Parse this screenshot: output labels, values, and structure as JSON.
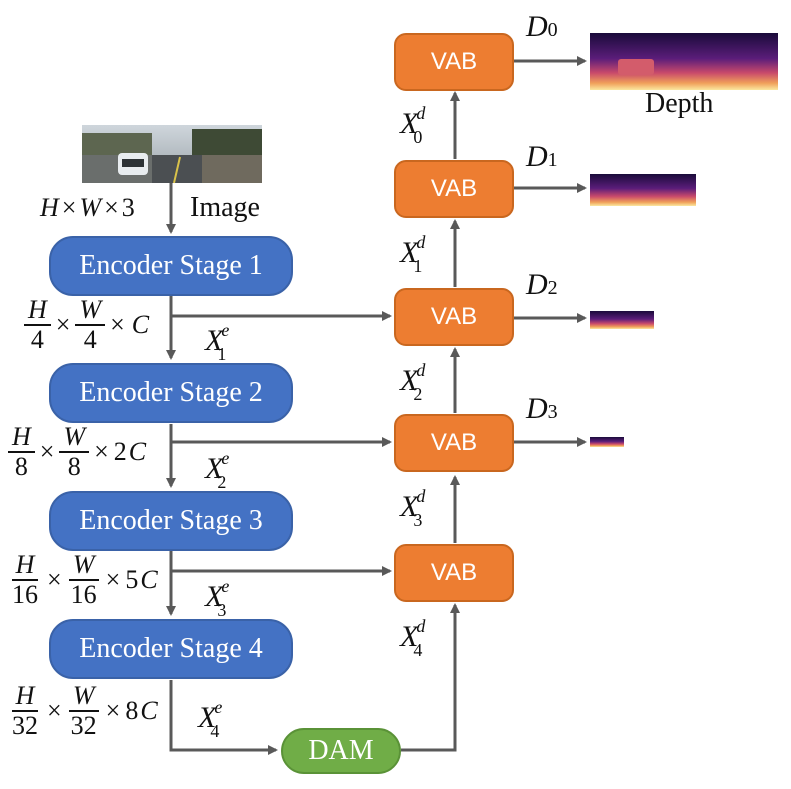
{
  "image_label": "Image",
  "depth_label": "Depth",
  "input_dim": {
    "h": "H",
    "w": "W",
    "c": "3"
  },
  "encoders": [
    {
      "label": "Encoder Stage 1"
    },
    {
      "label": "Encoder Stage 2"
    },
    {
      "label": "Encoder Stage 3"
    },
    {
      "label": "Encoder Stage 4"
    }
  ],
  "dims": [
    {
      "num_h": "H",
      "den_h": "4",
      "num_w": "W",
      "den_w": "4",
      "coef": "",
      "c": "C"
    },
    {
      "num_h": "H",
      "den_h": "8",
      "num_w": "W",
      "den_w": "8",
      "coef": "2",
      "c": "C"
    },
    {
      "num_h": "H",
      "den_h": "16",
      "num_w": "W",
      "den_w": "16",
      "coef": "5",
      "c": "C"
    },
    {
      "num_h": "H",
      "den_h": "32",
      "num_w": "W",
      "den_w": "32",
      "coef": "8",
      "c": "C"
    }
  ],
  "enc_feats": [
    {
      "base": "X",
      "sup": "e",
      "sub": "1"
    },
    {
      "base": "X",
      "sup": "e",
      "sub": "2"
    },
    {
      "base": "X",
      "sup": "e",
      "sub": "3"
    },
    {
      "base": "X",
      "sup": "e",
      "sub": "4"
    }
  ],
  "dec_feats": [
    {
      "base": "X",
      "sup": "d",
      "sub": "0"
    },
    {
      "base": "X",
      "sup": "d",
      "sub": "1"
    },
    {
      "base": "X",
      "sup": "d",
      "sub": "2"
    },
    {
      "base": "X",
      "sup": "d",
      "sub": "3"
    },
    {
      "base": "X",
      "sup": "d",
      "sub": "4"
    }
  ],
  "vab_label": "VAB",
  "dam_label": "DAM",
  "depth_outputs": [
    {
      "base": "D",
      "sub": "0"
    },
    {
      "base": "D",
      "sub": "1"
    },
    {
      "base": "D",
      "sub": "2"
    },
    {
      "base": "D",
      "sub": "3"
    }
  ],
  "colors": {
    "encoder": "#4472c4",
    "vab": "#ed7d31",
    "dam": "#70ad47",
    "arrow": "#595959"
  }
}
